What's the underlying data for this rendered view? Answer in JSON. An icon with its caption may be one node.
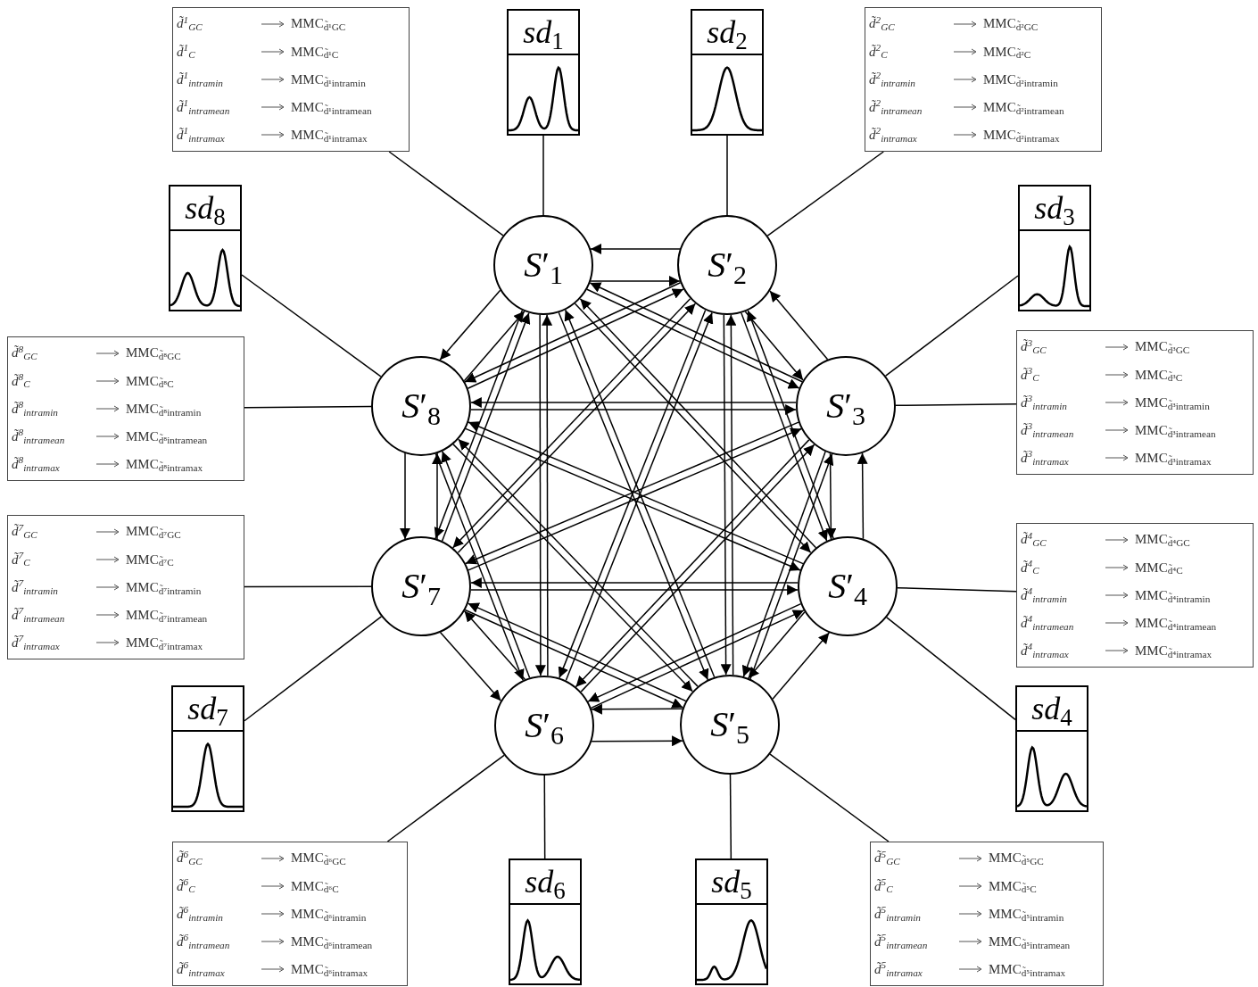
{
  "diagram": {
    "nodes": [
      {
        "text": [
          "*S*′$_{1}$"
        ]
      },
      {
        "text": [
          "*S*′$_{2}$"
        ]
      },
      {
        "text": [
          "*S*′$_{3}$"
        ]
      },
      {
        "text": [
          "*S*′$_{4}$"
        ]
      },
      {
        "text": [
          "*S*′$_{5}$"
        ]
      },
      {
        "text": [
          "*S*′$_{6}$"
        ]
      },
      {
        "text": [
          "*S*′$_{7}$"
        ]
      },
      {
        "text": [
          "*S*′$_{8}$"
        ]
      },
      {
        "text": [
          "*sd*$_{1}$"
        ]
      },
      {
        "text": [
          "*sd*$_{2}$"
        ]
      },
      {
        "text": [
          "*sd*$_{3}$"
        ]
      },
      {
        "text": [
          "*sd*$_{4}$"
        ]
      },
      {
        "text": [
          "*sd*$_{5}$"
        ]
      },
      {
        "text": [
          "*sd*$_{6}$"
        ]
      },
      {
        "text": [
          "*sd*$_{7}$"
        ]
      },
      {
        "text": [
          "*sd*$_{8}$"
        ]
      },
      {
        "text": [
          "d̃$^{1}$$_{GC}$",
          "MMC$_{d̃¹GC}$",
          "d̃$^{1}$$_{C}$",
          "MMC$_{d̃¹C}$",
          "d̃$^{1}$$_{intramin}$",
          "MMC$_{d̃¹intramin}$",
          "d̃$^{1}$$_{intramean}$",
          "MMC$_{d̃¹intramean}$",
          "d̃$^{1}$$_{intramax}$",
          "MMC$_{d̃¹intramax}$"
        ]
      },
      {
        "text": [
          "d̃$^{2}$$_{GC}$",
          "MMC$_{d̃²GC}$",
          "d̃$^{2}$$_{C}$",
          "MMC$_{d̃²C}$",
          "d̃$^{2}$$_{intramin}$",
          "MMC$_{d̃²intramin}$",
          "d̃$^{2}$$_{intramean}$",
          "MMC$_{d̃²intramean}$",
          "d̃$^{2}$$_{intramax}$",
          "MMC$_{d̃²intramax}$"
        ]
      },
      {
        "text": [
          "d̃$^{3}$$_{GC}$",
          "MMC$_{d̃³GC}$",
          "d̃$^{3}$$_{C}$",
          "MMC$_{d̃³C}$",
          "d̃$^{3}$$_{intramin}$",
          "MMC$_{d̃³intramin}$",
          "d̃$^{3}$$_{intramean}$",
          "MMC$_{d̃³intramean}$",
          "d̃$^{3}$$_{intramax}$",
          "MMC$_{d̃³intramax}$"
        ]
      },
      {
        "text": [
          "d̃$^{4}$$_{GC}$",
          "MMC$_{d̃⁴GC}$",
          "d̃$^{4}$$_{C}$",
          "MMC$_{d̃⁴C}$",
          "d̃$^{4}$$_{intramin}$",
          "MMC$_{d̃⁴intramin}$",
          "d̃$^{4}$$_{intramean}$",
          "MMC$_{d̃⁴intramean}$",
          "d̃$^{4}$$_{intramax}$",
          "MMC$_{d̃⁴intramax}$"
        ]
      },
      {
        "text": [
          "d̃$^{5}$$_{GC}$",
          "MMC$_{d̃⁵GC}$",
          "d̃$^{5}$$_{C}$",
          "MMC$_{d̃⁵C}$",
          "d̃$^{5}$$_{intramin}$",
          "MMC$_{d̃⁵intramin}$",
          "d̃$^{5}$$_{intramean}$",
          "MMC$_{d̃⁵intramean}$",
          "d̃$^{5}$$_{intramax}$",
          "MMC$_{d̃⁵intramax}$"
        ]
      },
      {
        "text": [
          "d̃$^{6}$$_{GC}$",
          "MMC$_{d̃⁶GC}$",
          "d̃$^{6}$$_{C}$",
          "MMC$_{d̃⁶C}$",
          "d̃$^{6}$$_{intramin}$",
          "MMC$_{d̃⁶intramin}$",
          "d̃$^{6}$$_{intramean}$",
          "MMC$_{d̃⁶intramean}$",
          "d̃$^{6}$$_{intramax}$",
          "MMC$_{d̃⁶intramax}$"
        ]
      },
      {
        "text": [
          "d̃$^{7}$$_{GC}$",
          "MMC$_{d̃⁷GC}$",
          "d̃$^{7}$$_{C}$",
          "MMC$_{d̃⁷C}$",
          "d̃$^{7}$$_{intramin}$",
          "MMC$_{d̃⁷intramin}$",
          "d̃$^{7}$$_{intramean}$",
          "MMC$_{d̃⁷intramean}$",
          "d̃$^{7}$$_{intramax}$",
          "MMC$_{d̃⁷intramax}$"
        ]
      },
      {
        "text": [
          "d̃$^{8}$$_{GC}$",
          "MMC$_{d̃⁸GC}$",
          "d̃$^{8}$$_{C}$",
          "MMC$_{d̃⁸C}$",
          "d̃$^{8}$$_{intramin}$",
          "MMC$_{d̃⁸intramin}$",
          "d̃$^{8}$$_{intramean}$",
          "MMC$_{d̃⁸intramean}$",
          "d̃$^{8}$$_{intramax}$",
          "MMC$_{d̃⁸intramax}$"
        ]
      }
    ],
    "edges": [
      {
        "from": 0,
        "to": 1,
        "arrow": "to"
      },
      {
        "from": 0,
        "to": 2,
        "arrow": "to"
      },
      {
        "from": 0,
        "to": 3,
        "arrow": "to"
      },
      {
        "from": 0,
        "to": 4,
        "arrow": "to"
      },
      {
        "from": 0,
        "to": 5,
        "arrow": "to"
      },
      {
        "from": 0,
        "to": 6,
        "arrow": "to"
      },
      {
        "from": 0,
        "to": 7,
        "arrow": "to"
      },
      {
        "from": 1,
        "to": 0,
        "arrow": "to"
      },
      {
        "from": 1,
        "to": 2,
        "arrow": "to"
      },
      {
        "from": 1,
        "to": 3,
        "arrow": "to"
      },
      {
        "from": 1,
        "to": 4,
        "arrow": "to"
      },
      {
        "from": 1,
        "to": 5,
        "arrow": "to"
      },
      {
        "from": 1,
        "to": 6,
        "arrow": "to"
      },
      {
        "from": 1,
        "to": 7,
        "arrow": "to"
      },
      {
        "from": 2,
        "to": 0,
        "arrow": "to"
      },
      {
        "from": 2,
        "to": 1,
        "arrow": "to"
      },
      {
        "from": 2,
        "to": 3,
        "arrow": "to"
      },
      {
        "from": 2,
        "to": 4,
        "arrow": "to"
      },
      {
        "from": 2,
        "to": 5,
        "arrow": "to"
      },
      {
        "from": 2,
        "to": 6,
        "arrow": "to"
      },
      {
        "from": 2,
        "to": 7,
        "arrow": "to"
      },
      {
        "from": 3,
        "to": 0,
        "arrow": "to"
      },
      {
        "from": 3,
        "to": 1,
        "arrow": "to"
      },
      {
        "from": 3,
        "to": 2,
        "arrow": "to"
      },
      {
        "from": 3,
        "to": 4,
        "arrow": "to"
      },
      {
        "from": 3,
        "to": 5,
        "arrow": "to"
      },
      {
        "from": 3,
        "to": 6,
        "arrow": "to"
      },
      {
        "from": 3,
        "to": 7,
        "arrow": "to"
      },
      {
        "from": 4,
        "to": 0,
        "arrow": "to"
      },
      {
        "from": 4,
        "to": 1,
        "arrow": "to"
      },
      {
        "from": 4,
        "to": 2,
        "arrow": "to"
      },
      {
        "from": 4,
        "to": 3,
        "arrow": "to"
      },
      {
        "from": 4,
        "to": 5,
        "arrow": "to"
      },
      {
        "from": 4,
        "to": 6,
        "arrow": "to"
      },
      {
        "from": 4,
        "to": 7,
        "arrow": "to"
      },
      {
        "from": 5,
        "to": 0,
        "arrow": "to"
      },
      {
        "from": 5,
        "to": 1,
        "arrow": "to"
      },
      {
        "from": 5,
        "to": 2,
        "arrow": "to"
      },
      {
        "from": 5,
        "to": 3,
        "arrow": "to"
      },
      {
        "from": 5,
        "to": 4,
        "arrow": "to"
      },
      {
        "from": 5,
        "to": 6,
        "arrow": "to"
      },
      {
        "from": 5,
        "to": 7,
        "arrow": "to"
      },
      {
        "from": 6,
        "to": 0,
        "arrow": "to"
      },
      {
        "from": 6,
        "to": 1,
        "arrow": "to"
      },
      {
        "from": 6,
        "to": 2,
        "arrow": "to"
      },
      {
        "from": 6,
        "to": 3,
        "arrow": "to"
      },
      {
        "from": 6,
        "to": 4,
        "arrow": "to"
      },
      {
        "from": 6,
        "to": 5,
        "arrow": "to"
      },
      {
        "from": 6,
        "to": 7,
        "arrow": "to"
      },
      {
        "from": 7,
        "to": 0,
        "arrow": "to"
      },
      {
        "from": 7,
        "to": 1,
        "arrow": "to"
      },
      {
        "from": 7,
        "to": 2,
        "arrow": "to"
      },
      {
        "from": 7,
        "to": 3,
        "arrow": "to"
      },
      {
        "from": 7,
        "to": 4,
        "arrow": "to"
      },
      {
        "from": 7,
        "to": 5,
        "arrow": "to"
      },
      {
        "from": 7,
        "to": 6,
        "arrow": "to"
      },
      {
        "from": 8,
        "to": 0,
        "arrow": "none"
      },
      {
        "from": 9,
        "to": 1,
        "arrow": "none"
      },
      {
        "from": 10,
        "to": 2,
        "arrow": "none"
      },
      {
        "from": 11,
        "to": 3,
        "arrow": "none"
      },
      {
        "from": 12,
        "to": 4,
        "arrow": "none"
      },
      {
        "from": 13,
        "to": 5,
        "arrow": "none"
      },
      {
        "from": 14,
        "to": 6,
        "arrow": "none"
      },
      {
        "from": 15,
        "to": 7,
        "arrow": "none"
      },
      {
        "from": 16,
        "to": 0,
        "arrow": "none"
      },
      {
        "from": 17,
        "to": 1,
        "arrow": "none"
      },
      {
        "from": 18,
        "to": 2,
        "arrow": "none"
      },
      {
        "from": 19,
        "to": 3,
        "arrow": "none"
      },
      {
        "from": 20,
        "to": 4,
        "arrow": "none"
      },
      {
        "from": 21,
        "to": 5,
        "arrow": "none"
      },
      {
        "from": 22,
        "to": 6,
        "arrow": "none"
      },
      {
        "from": 23,
        "to": 7,
        "arrow": "none"
      }
    ]
  }
}
